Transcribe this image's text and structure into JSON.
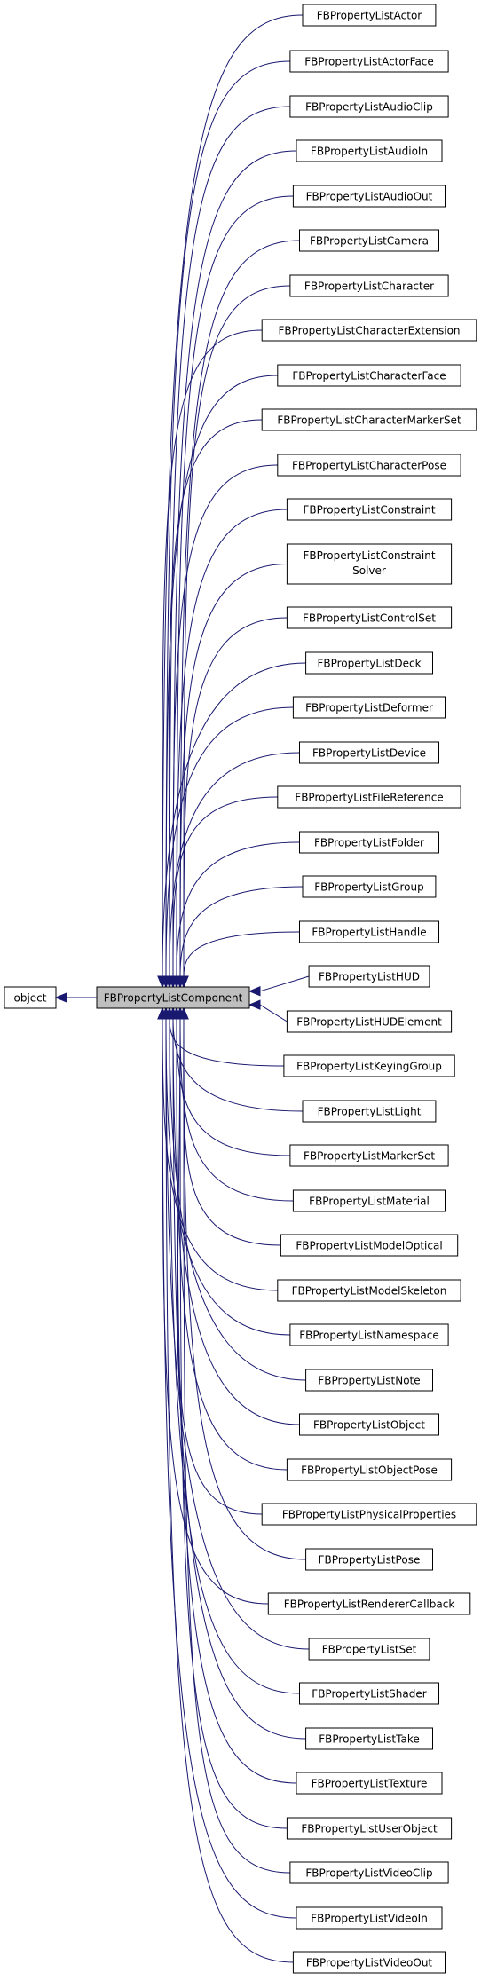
{
  "root": {
    "label": "object"
  },
  "center": {
    "label": "FBPropertyListComponent"
  },
  "classes": [
    {
      "label": "FBPropertyListActor"
    },
    {
      "label": "FBPropertyListActorFace"
    },
    {
      "label": "FBPropertyListAudioClip"
    },
    {
      "label": "FBPropertyListAudioIn"
    },
    {
      "label": "FBPropertyListAudioOut"
    },
    {
      "label": "FBPropertyListCamera"
    },
    {
      "label": "FBPropertyListCharacter"
    },
    {
      "label": "FBPropertyListCharacterExtension"
    },
    {
      "label": "FBPropertyListCharacterFace"
    },
    {
      "label": "FBPropertyListCharacterMarkerSet"
    },
    {
      "label": "FBPropertyListCharacterPose"
    },
    {
      "label": "FBPropertyListConstraint"
    },
    {
      "label": "FBPropertyListConstraint",
      "label2": "Solver"
    },
    {
      "label": "FBPropertyListControlSet"
    },
    {
      "label": "FBPropertyListDeck"
    },
    {
      "label": "FBPropertyListDeformer"
    },
    {
      "label": "FBPropertyListDevice"
    },
    {
      "label": "FBPropertyListFileReference"
    },
    {
      "label": "FBPropertyListFolder"
    },
    {
      "label": "FBPropertyListGroup"
    },
    {
      "label": "FBPropertyListHandle"
    },
    {
      "label": "FBPropertyListHUD"
    },
    {
      "label": "FBPropertyListHUDElement"
    },
    {
      "label": "FBPropertyListKeyingGroup"
    },
    {
      "label": "FBPropertyListLight"
    },
    {
      "label": "FBPropertyListMarkerSet"
    },
    {
      "label": "FBPropertyListMaterial"
    },
    {
      "label": "FBPropertyListModelOptical"
    },
    {
      "label": "FBPropertyListModelSkeleton"
    },
    {
      "label": "FBPropertyListNamespace"
    },
    {
      "label": "FBPropertyListNote"
    },
    {
      "label": "FBPropertyListObject"
    },
    {
      "label": "FBPropertyListObjectPose"
    },
    {
      "label": "FBPropertyListPhysicalProperties"
    },
    {
      "label": "FBPropertyListPose"
    },
    {
      "label": "FBPropertyListRendererCallback"
    },
    {
      "label": "FBPropertyListSet"
    },
    {
      "label": "FBPropertyListShader"
    },
    {
      "label": "FBPropertyListTake"
    },
    {
      "label": "FBPropertyListTexture"
    },
    {
      "label": "FBPropertyListUserObject"
    },
    {
      "label": "FBPropertyListVideoClip"
    },
    {
      "label": "FBPropertyListVideoIn"
    },
    {
      "label": "FBPropertyListVideoOut"
    }
  ],
  "colors": {
    "edge": "#191970",
    "highlight_fill": "#bfbfbf",
    "node_border": "#000000"
  }
}
